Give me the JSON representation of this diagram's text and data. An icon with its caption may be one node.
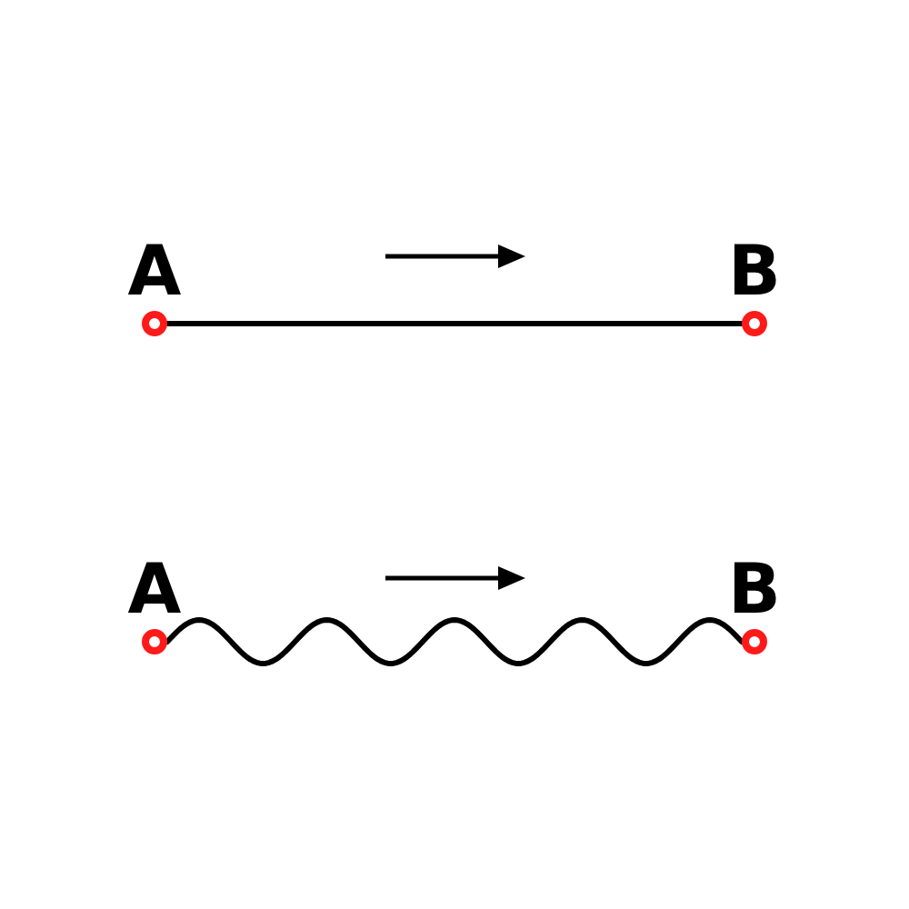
{
  "diagram": {
    "nodes": [
      {
        "text": [],
        "shape": "circle",
        "beside": [
          "A"
        ]
      },
      {
        "text": [],
        "shape": "circle",
        "beside": [
          "B"
        ]
      },
      {
        "text": [],
        "shape": "circle",
        "beside": [
          "A"
        ]
      },
      {
        "text": [],
        "shape": "circle",
        "beside": [
          "B"
        ]
      }
    ],
    "edges": [
      {
        "from": 0,
        "to": 1,
        "arrow": "none"
      },
      {
        "from": 2,
        "to": 3,
        "arrow": "none"
      }
    ]
  }
}
